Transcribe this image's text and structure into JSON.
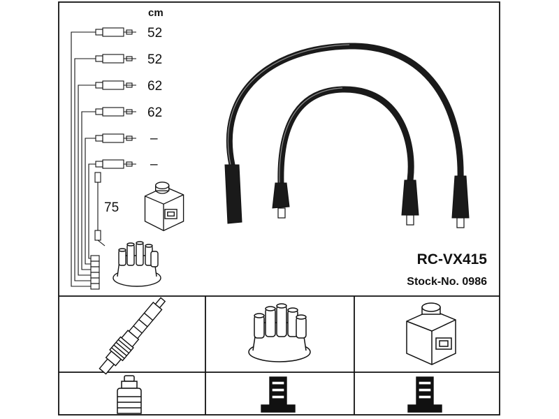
{
  "header": {
    "unit": "cm",
    "model": "RC-VX415",
    "stock": "Stock-No. 0986"
  },
  "wires": [
    {
      "length": "52"
    },
    {
      "length": "52"
    },
    {
      "length": "62"
    },
    {
      "length": "62"
    },
    {
      "length": "–"
    },
    {
      "length": "–"
    }
  ],
  "coil_wire": {
    "length": "75"
  },
  "parts": {
    "spark_plug": "spark-plug-icon",
    "distributor_cap": "distributor-cap-icon",
    "ignition_coil": "ignition-coil-icon"
  }
}
